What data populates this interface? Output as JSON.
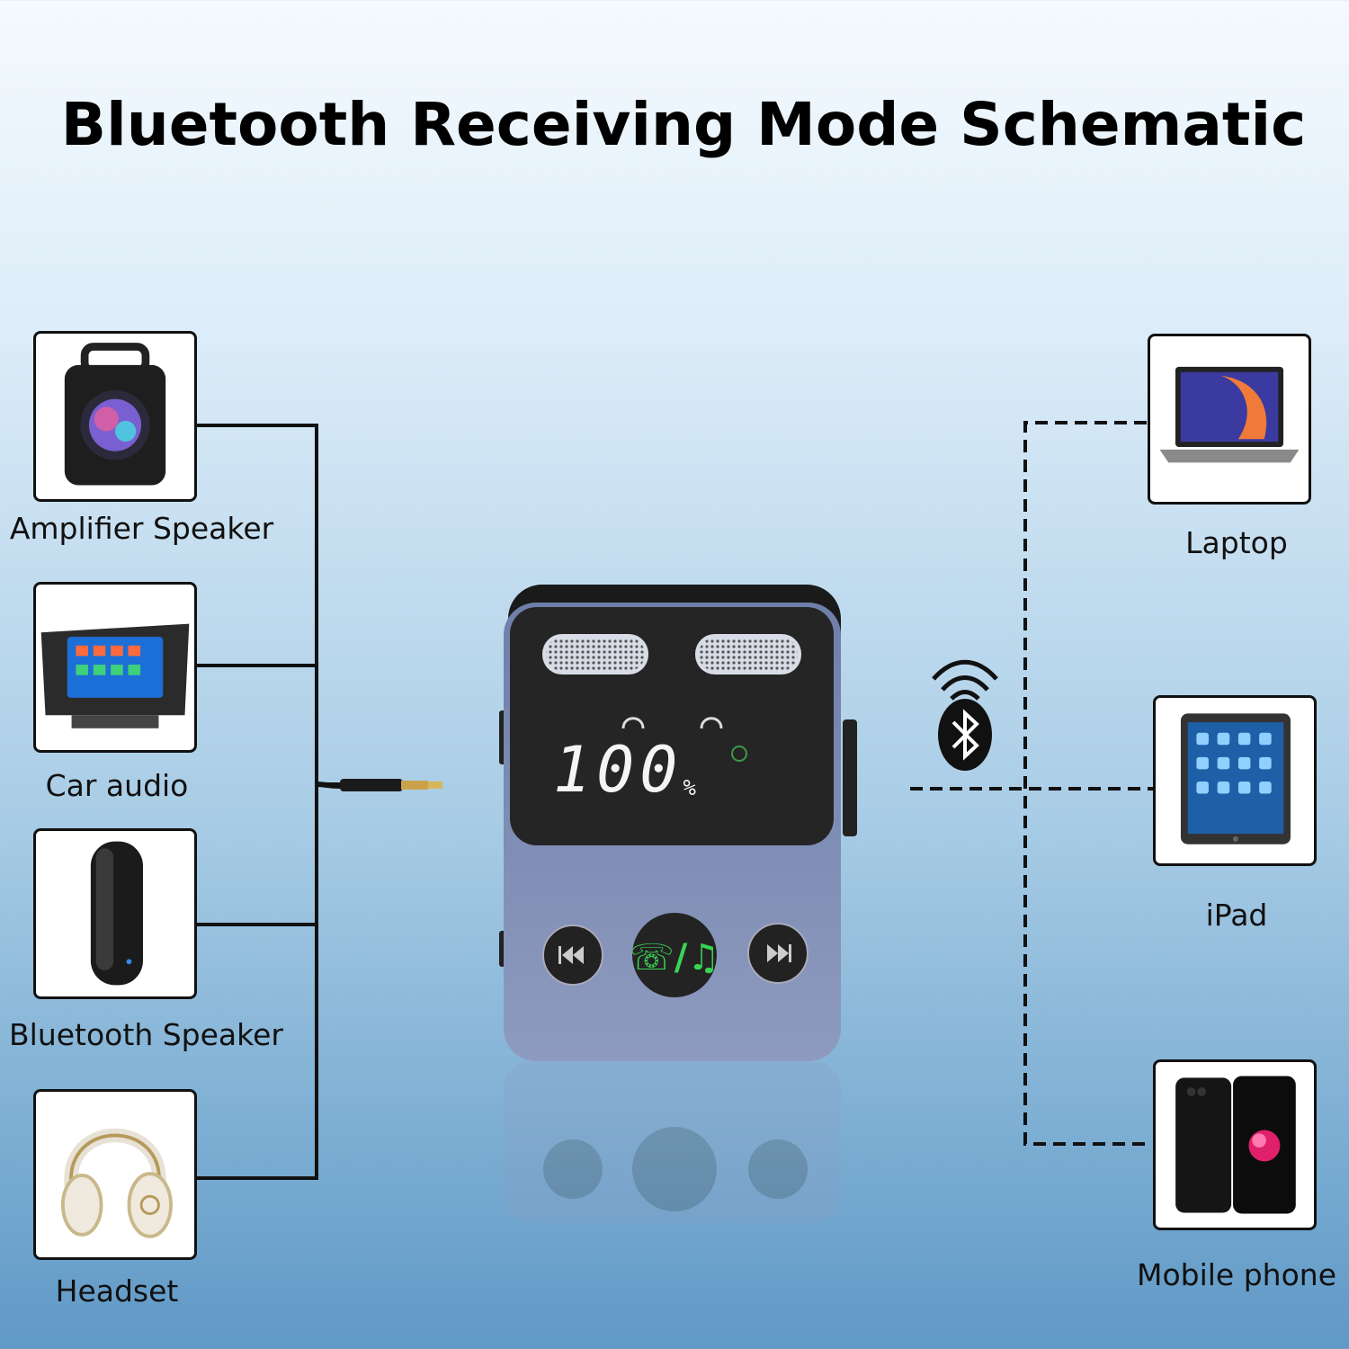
{
  "title": "Bluetooth Receiving Mode Schematic",
  "left_devices": [
    {
      "label": "Amplifier Speaker",
      "icon": "amplifier-speaker-icon"
    },
    {
      "label": "Car audio",
      "icon": "car-audio-icon"
    },
    {
      "label": "Bluetooth Speaker",
      "icon": "bluetooth-speaker-icon"
    },
    {
      "label": "Headset",
      "icon": "headset-icon"
    }
  ],
  "right_devices": [
    {
      "label": "Laptop",
      "icon": "laptop-icon"
    },
    {
      "label": "iPad",
      "icon": "ipad-icon"
    },
    {
      "label": "Mobile phone",
      "icon": "mobile-phone-icon"
    }
  ],
  "device_screen": {
    "value": "100",
    "unit": "%"
  },
  "colors": {
    "device_body": "#8797b8",
    "screen": "#2a2a2a",
    "accent_green": "#39d353",
    "line": "#111111"
  }
}
